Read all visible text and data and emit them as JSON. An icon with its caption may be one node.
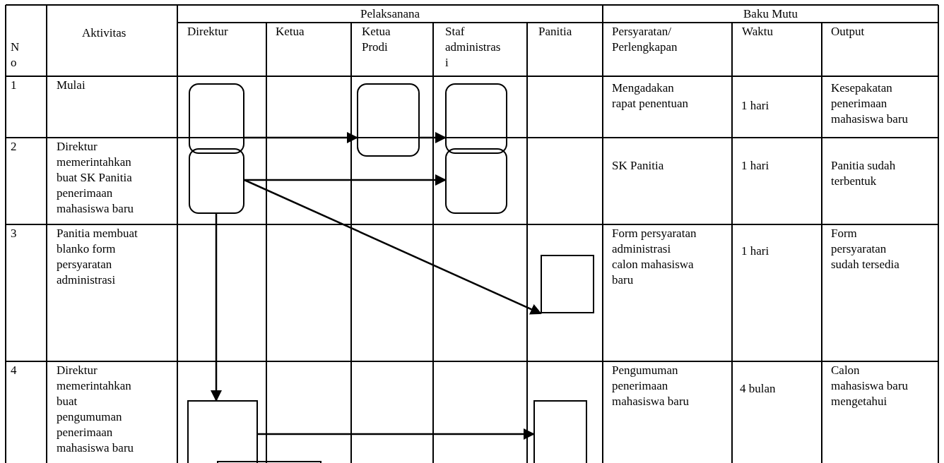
{
  "diagram": {
    "nodes": [
      {
        "text": [],
        "shape": "box"
      },
      {
        "text": [],
        "shape": "box"
      },
      {
        "text": [],
        "shape": "box"
      },
      {
        "text": [],
        "shape": "box"
      },
      {
        "text": [],
        "shape": "box"
      },
      {
        "text": [],
        "shape": "box"
      },
      {
        "text": [],
        "shape": "box"
      },
      {
        "text": [],
        "shape": "box"
      },
      {
        "text": [],
        "shape": "box"
      }
    ],
    "edges": [
      {
        "from": 0,
        "to": 1,
        "arrow": "to"
      },
      {
        "from": 1,
        "to": 2,
        "arrow": "to"
      },
      {
        "from": 3,
        "to": 4,
        "arrow": "to"
      },
      {
        "from": 3,
        "to": 5,
        "arrow": "to"
      },
      {
        "from": 3,
        "to": 6,
        "arrow": "to"
      },
      {
        "from": 6,
        "to": 7,
        "arrow": "to"
      }
    ],
    "labels": [
      "No",
      "Aktivitas",
      "Pelaksanana",
      "Baku Mutu",
      "Direktur",
      "Ketua",
      "Ketua Prodi",
      "Staf administrasi",
      "Panitia",
      "Persyaratan/ Perlengkapan",
      "Waktu",
      "Output",
      "1",
      "Mulai",
      "Mengadakan rapat penentuan",
      "1 hari",
      "Kesepakatan penerimaan mahasiswa baru",
      "2",
      "Direktur memerintahkan buat SK Panitia penerimaan mahasiswa baru",
      "SK Panitia",
      "1 hari",
      "Panitia sudah terbentuk",
      "3",
      "Panitia membuat blanko form persyaratan administrasi",
      "Form persyaratan administrasi calon mahasiswa baru",
      "1 hari",
      "Form persyaratan sudah tersedia",
      "4",
      "Direktur memerintahkan buat pengumuman penerimaan mahasiswa baru",
      "Pengumuman penerimaan mahasiswa baru",
      "4 bulan",
      "Calon mahasiswa baru mengetahui"
    ]
  }
}
